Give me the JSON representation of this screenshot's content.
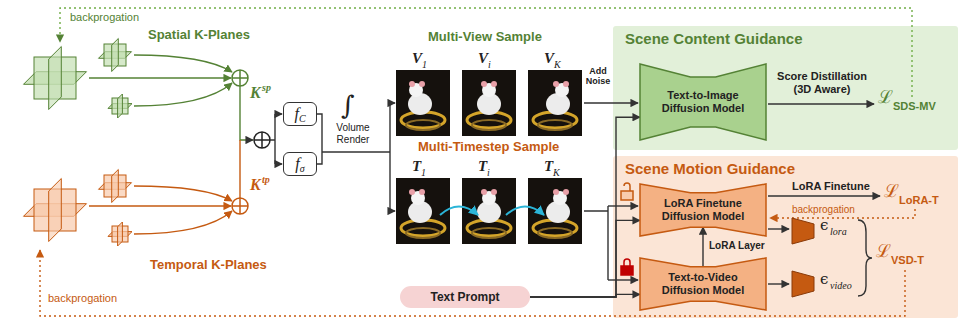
{
  "diagram": {
    "nodes": [
      {
        "text": [
          "f",
          "C"
        ]
      },
      {
        "text": [
          "f",
          "σ"
        ]
      },
      {
        "text": [
          "Scene Content Guidance"
        ]
      },
      {
        "text": [
          "Text-to-Image Diffusion Model"
        ],
        "in": 2
      },
      {
        "text": [
          "Scene Motion Guidance"
        ]
      },
      {
        "text": [
          "LoRA Finetune Diffusion Model"
        ],
        "in": 4
      },
      {
        "text": [
          "Text-to-Video Diffusion Model"
        ],
        "in": 4
      },
      {
        "text": [
          "Text Prompt"
        ]
      }
    ],
    "edges": [
      {
        "from": 7,
        "to": 3,
        "arrow": "to"
      },
      {
        "from": 7,
        "to": 5,
        "arrow": "to"
      },
      {
        "from": 7,
        "to": 6,
        "arrow": "to"
      },
      {
        "from": 6,
        "to": 5,
        "label": "LoRA Layer",
        "arrow": "to"
      }
    ],
    "labels": [
      "backprogation",
      "Spatial K-Planes",
      "K",
      "sp",
      "Temporal K-Planes",
      "K",
      "tp",
      "∫",
      "Volume Render",
      "Multi-View Sample",
      "V",
      "1",
      "V",
      "i",
      "V",
      "K",
      "Add Noise",
      "Score Distillation (3D Aware)",
      "ℒ",
      "SDS-MV",
      "Multi-Timestep Sample",
      "T",
      "1",
      "T",
      "i",
      "T",
      "K",
      "LoRA Finetune",
      "ℒ",
      "LoRA-T",
      "backprogation",
      "ϵ",
      "lora",
      "ϵ",
      "video",
      "ℒ",
      "VSD-T",
      "backprogation"
    ]
  }
}
